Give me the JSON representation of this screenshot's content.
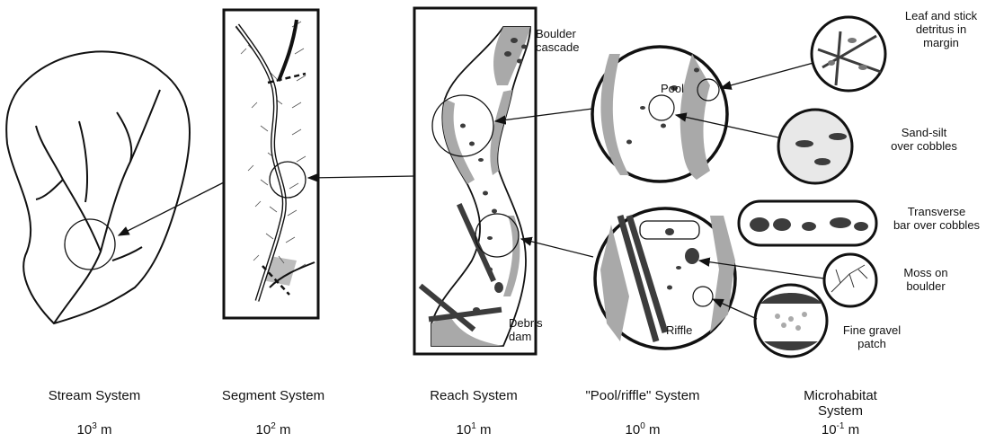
{
  "callouts": {
    "boulder_cascade": [
      "Boulder",
      "cascade"
    ],
    "pool": "Pool",
    "riffle": "Riffle",
    "debris_dam": [
      "Debris",
      "dam"
    ],
    "leaf_stick": [
      "Leaf and stick",
      "detritus in",
      "margin"
    ],
    "sand_silt": [
      "Sand-silt",
      "over cobbles"
    ],
    "transverse_bar": [
      "Transverse",
      "bar over cobbles"
    ],
    "moss": [
      "Moss on",
      "boulder"
    ],
    "fine_gravel": [
      "Fine gravel",
      "patch"
    ]
  },
  "systems": [
    {
      "label": "Stream System",
      "base": "10",
      "exp": "3",
      "unit": "m"
    },
    {
      "label": "Segment System",
      "base": "10",
      "exp": "2",
      "unit": "m"
    },
    {
      "label": "Reach System",
      "base": "10",
      "exp": "1",
      "unit": "m"
    },
    {
      "label": "\"Pool/riffle\" System",
      "base": "10",
      "exp": "0",
      "unit": "m"
    },
    {
      "label": "Microhabitat System",
      "base": "10",
      "exp": "-1",
      "unit": "m"
    }
  ],
  "colors": {
    "line": "#111111",
    "gray_fill": "#a9a9a9",
    "dark_fill": "#3c3c3c"
  }
}
